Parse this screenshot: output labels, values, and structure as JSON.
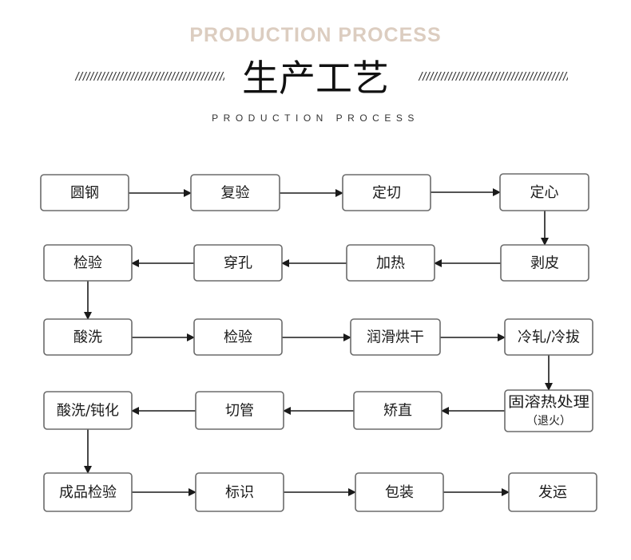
{
  "header": {
    "subtitle_en_large": "PRODUCTION PROCESS",
    "title": "生产工艺",
    "subtitle_en_small": "PRODUCTION PROCESS",
    "hatch": "//////////////////////////////////////////////"
  },
  "nodes": [
    {
      "id": "n1",
      "label": "圆钢"
    },
    {
      "id": "n2",
      "label": "复验"
    },
    {
      "id": "n3",
      "label": "定切"
    },
    {
      "id": "n4",
      "label": "定心"
    },
    {
      "id": "n5",
      "label": "剥皮"
    },
    {
      "id": "n6",
      "label": "加热"
    },
    {
      "id": "n7",
      "label": "穿孔"
    },
    {
      "id": "n8",
      "label": "检验"
    },
    {
      "id": "n9",
      "label": "酸洗"
    },
    {
      "id": "n10",
      "label": "检验"
    },
    {
      "id": "n11",
      "label": "润滑烘干"
    },
    {
      "id": "n12",
      "label": "冷轧/冷拔"
    },
    {
      "id": "n13",
      "label": "固溶热处理",
      "sublabel": "（退火）"
    },
    {
      "id": "n14",
      "label": "矫直"
    },
    {
      "id": "n15",
      "label": "切管"
    },
    {
      "id": "n16",
      "label": "酸洗/钝化"
    },
    {
      "id": "n17",
      "label": "成品检验"
    },
    {
      "id": "n18",
      "label": "标识"
    },
    {
      "id": "n19",
      "label": "包装"
    },
    {
      "id": "n20",
      "label": "发运"
    }
  ],
  "edges": [
    [
      "n1",
      "n2"
    ],
    [
      "n2",
      "n3"
    ],
    [
      "n3",
      "n4"
    ],
    [
      "n4",
      "n5"
    ],
    [
      "n5",
      "n6"
    ],
    [
      "n6",
      "n7"
    ],
    [
      "n7",
      "n8"
    ],
    [
      "n8",
      "n9"
    ],
    [
      "n9",
      "n10"
    ],
    [
      "n10",
      "n11"
    ],
    [
      "n11",
      "n12"
    ],
    [
      "n12",
      "n13"
    ],
    [
      "n13",
      "n14"
    ],
    [
      "n14",
      "n15"
    ],
    [
      "n15",
      "n16"
    ],
    [
      "n16",
      "n17"
    ],
    [
      "n17",
      "n18"
    ],
    [
      "n18",
      "n19"
    ],
    [
      "n19",
      "n20"
    ]
  ],
  "colors": {
    "accent": "#dccdc0",
    "border": "#6b6b6b",
    "text": "#1a1a1a"
  }
}
